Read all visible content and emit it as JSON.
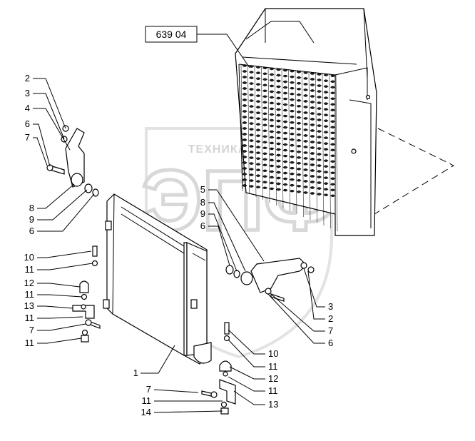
{
  "reference_box": "639 04",
  "watermark": {
    "top_text": "ТЕХНИКА",
    "logo_text": "ЭПФ"
  },
  "callouts_left": {
    "c2": "2",
    "c3": "3",
    "c4": "4",
    "c6a": "6",
    "c7a": "7",
    "c8": "8",
    "c9": "9",
    "c6b": "6",
    "c10": "10",
    "c11a": "11",
    "c12": "12",
    "c11b": "11",
    "c13": "13",
    "c11c": "11",
    "c7b": "7",
    "c11d": "11",
    "c1": "1"
  },
  "callouts_middle": {
    "c5": "5",
    "c8": "8",
    "c9": "9",
    "c6": "6"
  },
  "callouts_right": {
    "c3": "3",
    "c2": "2",
    "c7": "7",
    "c6": "6",
    "c10": "10",
    "c11a": "11",
    "c12": "12",
    "c11b": "11",
    "c13": "13"
  },
  "callouts_bottom": {
    "c7": "7",
    "c11": "11",
    "c14": "14"
  }
}
